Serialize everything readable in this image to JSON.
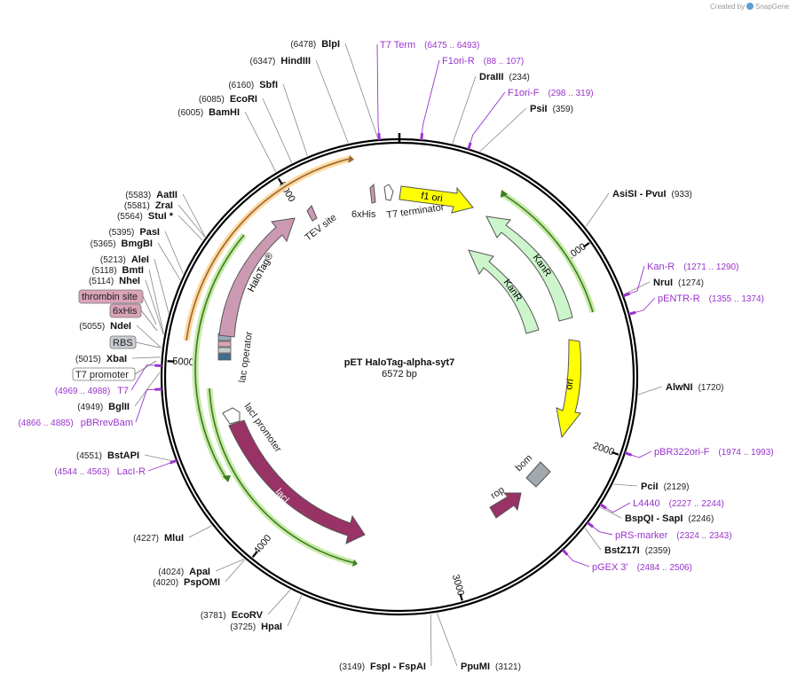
{
  "credit": {
    "text": "Created by",
    "app": "SnapGene"
  },
  "plasmid": {
    "name": "pET HaloTag-alpha-syt7",
    "length_label": "6572 bp",
    "length": 6572
  },
  "ticks": [
    {
      "pos": 1000,
      "label": "1000"
    },
    {
      "pos": 2000,
      "label": "2000"
    },
    {
      "pos": 3000,
      "label": "3000"
    },
    {
      "pos": 4000,
      "label": "4000"
    },
    {
      "pos": 5000,
      "label": "5000"
    },
    {
      "pos": 6000,
      "label": "6000"
    }
  ],
  "sites": [
    {
      "name": "BlpI",
      "pos": "(6478)",
      "loc": 6478,
      "side": "left"
    },
    {
      "name": "HindIII",
      "pos": "(6347)",
      "loc": 6347,
      "side": "left"
    },
    {
      "name": "SbfI",
      "pos": "(6160)",
      "loc": 6160,
      "side": "left"
    },
    {
      "name": "EcoRI",
      "pos": "(6085)",
      "loc": 6085,
      "side": "left"
    },
    {
      "name": "BamHI",
      "pos": "(6005)",
      "loc": 6005,
      "side": "left"
    },
    {
      "name": "AatII",
      "pos": "(5583)",
      "loc": 5583,
      "side": "left"
    },
    {
      "name": "ZraI",
      "pos": "(5581)",
      "loc": 5581,
      "side": "left"
    },
    {
      "name": "StuI *",
      "pos": "(5564)",
      "loc": 5564,
      "side": "left"
    },
    {
      "name": "PasI",
      "pos": "(5395)",
      "loc": 5395,
      "side": "left"
    },
    {
      "name": "BmgBI",
      "pos": "(5365)",
      "loc": 5365,
      "side": "left"
    },
    {
      "name": "AleI",
      "pos": "(5213)",
      "loc": 5213,
      "side": "left"
    },
    {
      "name": "BmtI",
      "pos": "(5118)",
      "loc": 5118,
      "side": "left"
    },
    {
      "name": "NheI",
      "pos": "(5114)",
      "loc": 5114,
      "side": "left"
    },
    {
      "name": "NdeI",
      "pos": "(5055)",
      "loc": 5055,
      "side": "left"
    },
    {
      "name": "XbaI",
      "pos": "(5015)",
      "loc": 5015,
      "side": "left"
    },
    {
      "name": "BglII",
      "pos": "(4949)",
      "loc": 4949,
      "side": "left"
    },
    {
      "name": "BstAPI",
      "pos": "(4551)",
      "loc": 4551,
      "side": "left"
    },
    {
      "name": "MluI",
      "pos": "(4227)",
      "loc": 4227,
      "side": "left"
    },
    {
      "name": "ApaI",
      "pos": "(4024)",
      "loc": 4024,
      "side": "left"
    },
    {
      "name": "PspOMI",
      "pos": "(4020)",
      "loc": 4020,
      "side": "left"
    },
    {
      "name": "EcoRV",
      "pos": "(3781)",
      "loc": 3781,
      "side": "left"
    },
    {
      "name": "HpaI",
      "pos": "(3725)",
      "loc": 3725,
      "side": "left"
    },
    {
      "name": "FspI  - FspAI",
      "pos": "(3149)",
      "loc": 3149,
      "side": "left"
    },
    {
      "name": "PpuMI",
      "pos": "(3121)",
      "loc": 3121,
      "side": "right"
    },
    {
      "name": "DraIII",
      "pos": "(234)",
      "loc": 234,
      "side": "right"
    },
    {
      "name": "PsiI",
      "pos": "(359)",
      "loc": 359,
      "side": "right"
    },
    {
      "name": "AsiSI  - PvuI",
      "pos": "(933)",
      "loc": 933,
      "side": "right"
    },
    {
      "name": "NruI",
      "pos": "(1274)",
      "loc": 1274,
      "side": "right"
    },
    {
      "name": "AlwNI",
      "pos": "(1720)",
      "loc": 1720,
      "side": "right"
    },
    {
      "name": "PciI",
      "pos": "(2129)",
      "loc": 2129,
      "side": "right"
    },
    {
      "name": "BspQI  - SapI",
      "pos": "(2246)",
      "loc": 2246,
      "side": "right"
    },
    {
      "name": "BstZ17I",
      "pos": "(2359)",
      "loc": 2359,
      "side": "right"
    }
  ],
  "primers": [
    {
      "name": "T7 Term",
      "pos": "(6475 .. 6493)",
      "loc": 6484
    },
    {
      "name": "F1ori-R",
      "pos": "(88 .. 107)",
      "loc": 97
    },
    {
      "name": "F1ori-F",
      "pos": "(298 .. 319)",
      "loc": 308
    },
    {
      "name": "Kan-R",
      "pos": "(1271 .. 1290)",
      "loc": 1280
    },
    {
      "name": "pENTR-R",
      "pos": "(1355 .. 1374)",
      "loc": 1364
    },
    {
      "name": "pBR322ori-F",
      "pos": "(1974 .. 1993)",
      "loc": 1983
    },
    {
      "name": "L4440",
      "pos": "(2227 .. 2244)",
      "loc": 2235
    },
    {
      "name": "pRS-marker",
      "pos": "(2324 .. 2343)",
      "loc": 2333
    },
    {
      "name": "pGEX 3'",
      "pos": "(2484 .. 2506)",
      "loc": 2495
    },
    {
      "name": "T7",
      "pos": "(4969 .. 4988)",
      "loc": 4978
    },
    {
      "name": "pBRrevBam",
      "pos": "(4866 .. 4885)",
      "loc": 4875
    },
    {
      "name": "LacI-R",
      "pos": "(4544 .. 4563)",
      "loc": 4553
    }
  ],
  "boxed_features": [
    {
      "name": "thrombin site",
      "fill": "#d9a3b8"
    },
    {
      "name": "6xHis",
      "fill": "#d9a3b8"
    },
    {
      "name": "RBS",
      "fill": "#c8ccd0"
    },
    {
      "name": "T7 promoter",
      "fill": "#ffffff"
    }
  ],
  "features": [
    {
      "name": "f1 ori",
      "color": "#ffff00"
    },
    {
      "name": "KanR",
      "color": "#ccf5cc"
    },
    {
      "name": "KanR",
      "color": "#ccf5cc"
    },
    {
      "name": "ori",
      "color": "#ffff00"
    },
    {
      "name": "bom",
      "color": "#a0a8b0"
    },
    {
      "name": "rop",
      "color": "#993366"
    },
    {
      "name": "lacI",
      "color": "#993366"
    },
    {
      "name": "lacI promoter",
      "color": "#ffffff"
    },
    {
      "name": "lac operator",
      "color": "#7ac0e0"
    },
    {
      "name": "HaloTag®",
      "color": "#cc99b3"
    },
    {
      "name": "TEV site",
      "color": "#cc99b3"
    },
    {
      "name": "6xHis",
      "color": "#cc99b3"
    },
    {
      "name": "T7 terminator",
      "color": "#ffffff"
    }
  ],
  "colors": {
    "primer": "#9933cc",
    "orf": "#ffcc88",
    "orf_green": "#88cc66",
    "backbone": "#000000"
  }
}
